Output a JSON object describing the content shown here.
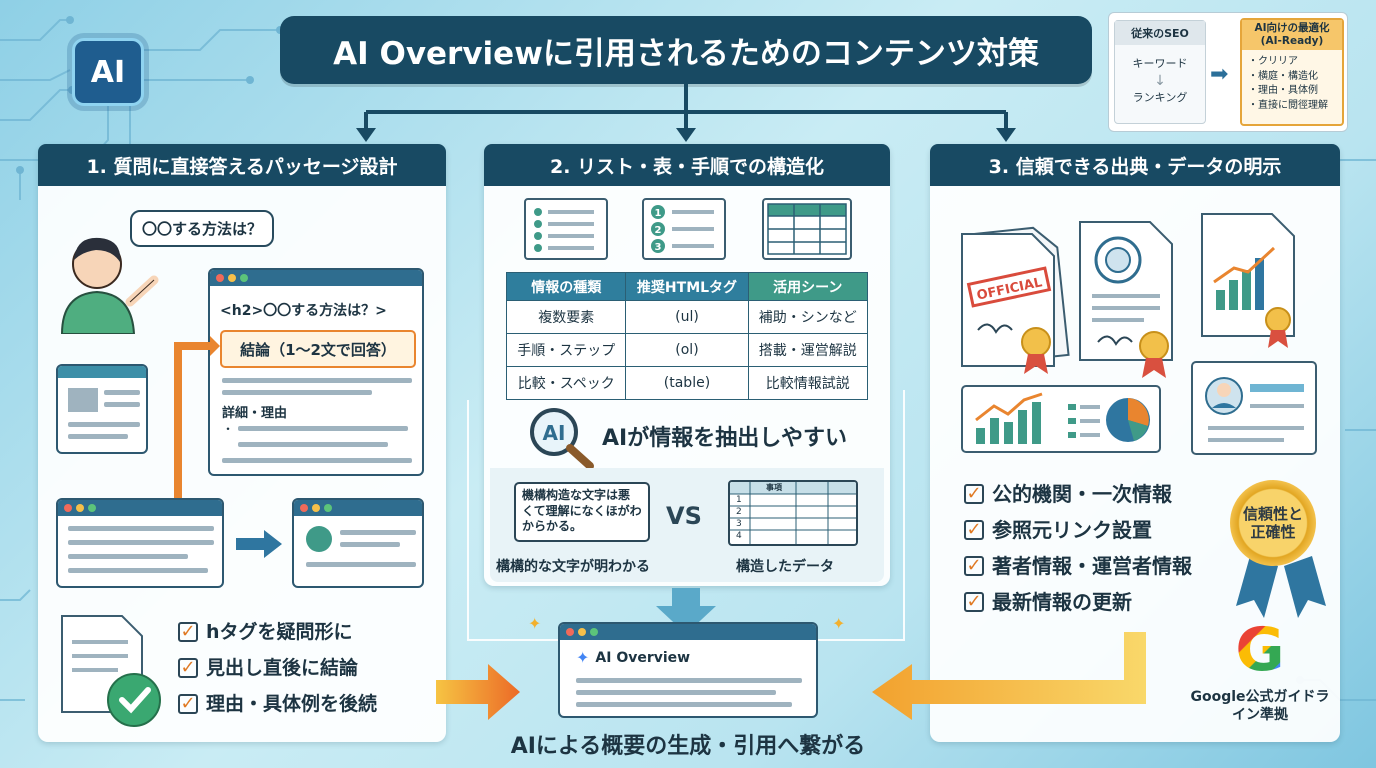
{
  "title": "AI Overviewに引用されるためのコンテンツ対策",
  "chip_label": "AI",
  "seo": {
    "old_header": "従来のSEO",
    "old_top": "キーワード",
    "old_arrow": "↓",
    "old_bottom": "ランキング",
    "new_header": "AI向けの最適化",
    "new_header_sub": "(AI-Ready)",
    "new_items": [
      "・クリリア",
      "・横庭・構造化",
      "・理由・具体例",
      "・直接に閲徑理解"
    ]
  },
  "col1": {
    "header": "1. 質問に直接答えるパッセージ設計",
    "bubble": "〇〇する方法は？",
    "h2_line": "<h2>〇〇する方法は？>",
    "conclusion": "結論（1〜2文で回答）",
    "detail": "詳細・理由",
    "bullet": "・",
    "checks": [
      "hタグを疑問形に",
      "見出し直後に結論",
      "理由・具体例を後続"
    ]
  },
  "col2": {
    "header": "2. リスト・表・手順での構造化",
    "list_numbers": [
      "1",
      "2",
      "3"
    ],
    "table": {
      "headers": [
        "情報の種類",
        "推奨HTMLタグ",
        "活用シーン"
      ],
      "rows": [
        [
          "複数要素",
          "(ul)",
          "補助・シンなど"
        ],
        [
          "手順・ステップ",
          "(ol)",
          "搭載・運営解説"
        ],
        [
          "比較・スペック",
          "(table)",
          "比較情報試説"
        ]
      ]
    },
    "ai_label": "AI",
    "extract": "AIが情報を抽出しやすい",
    "unstructured_text": "機構构造な文字は悪くて理解になくほがわからかる。",
    "vs": "VS",
    "mini_rows": [
      "1",
      "2",
      "3",
      "4"
    ],
    "mini_header": "事項",
    "cap_left": "構構的な文字が明わかる",
    "cap_right": "構造したデータ"
  },
  "col3": {
    "header": "3. 信頼できる出典・データの明示",
    "official_stamp": "OFFICIAL",
    "checks": [
      "公的機関・一次情報",
      "参照元リンク設置",
      "著者情報・運営者情報",
      "最新情報の更新"
    ],
    "medal_text": "信頼性と正確性",
    "google_g": "G",
    "google_caption": "Google公式ガイドライン準拠"
  },
  "ai_overview_label": "AI Overview",
  "sparkle": "✦",
  "bottom_caption": "AIによる概要の生成・引用へ繋がる",
  "colors": {
    "navy": "#184a63",
    "orange": "#e9852f",
    "teal": "#3f9a88",
    "gold": "#f2c04a"
  }
}
